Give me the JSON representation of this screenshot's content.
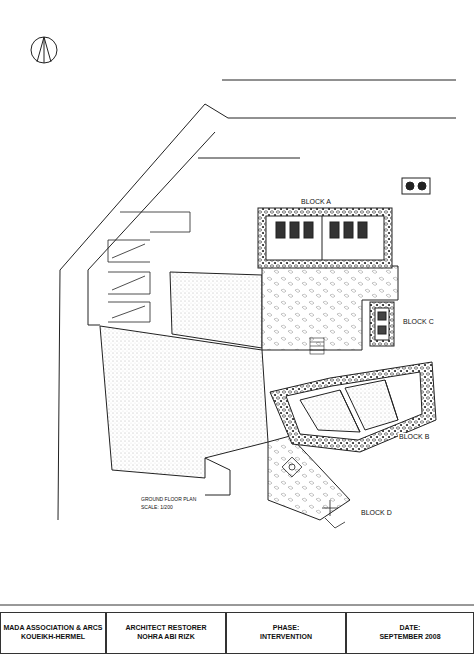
{
  "diagram": {
    "nodes": [
      {
        "text": [
          "MADA ASSOCIATION & ARCS",
          "KOUEIKH-HERMEL"
        ]
      },
      {
        "text": [
          "ARCHITECT RESTORER",
          "NOHRA ABI RIZK"
        ]
      },
      {
        "text": [
          "PHASE:",
          "INTERVENTION"
        ]
      },
      {
        "text": [
          "DATE:",
          "SEPTEMBER 2008"
        ]
      }
    ],
    "edges": [],
    "labels": [
      "BLOCK A",
      "BLOCK C",
      "BLOCK B",
      "BLOCK D",
      "GROUND FLOOR PLAN",
      "SCALE: 1/200"
    ]
  }
}
